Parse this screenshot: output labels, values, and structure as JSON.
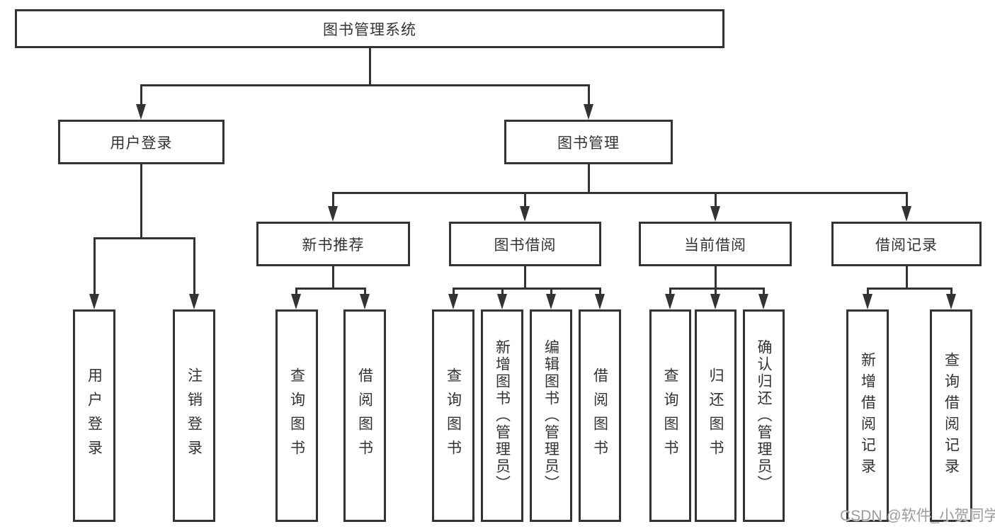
{
  "tree": {
    "label": "图书管理系统",
    "children": [
      {
        "label": "用户登录",
        "children": [
          {
            "label": "用户登录"
          },
          {
            "label": "注销登录"
          }
        ]
      },
      {
        "label": "图书管理",
        "children": [
          {
            "label": "新书推荐",
            "children": [
              {
                "label": "查询图书"
              },
              {
                "label": "借阅图书"
              }
            ]
          },
          {
            "label": "图书借阅",
            "children": [
              {
                "label": "查询图书"
              },
              {
                "label": "新增图书（管理员）"
              },
              {
                "label": "编辑图书（管理员）"
              },
              {
                "label": "借阅图书"
              }
            ]
          },
          {
            "label": "当前借阅",
            "children": [
              {
                "label": "查询图书"
              },
              {
                "label": "归还图书"
              },
              {
                "label": "确认归还（管理员）"
              }
            ]
          },
          {
            "label": "借阅记录",
            "children": [
              {
                "label": "新增借阅记录"
              },
              {
                "label": "查询借阅记录"
              }
            ]
          }
        ]
      }
    ]
  },
  "watermark": {
    "text": "CSDN @软件_小贺同学"
  },
  "colors": {
    "line": "#333333",
    "text": "#333333",
    "watermark": "#9c9c9c",
    "background": "#ffffff"
  }
}
